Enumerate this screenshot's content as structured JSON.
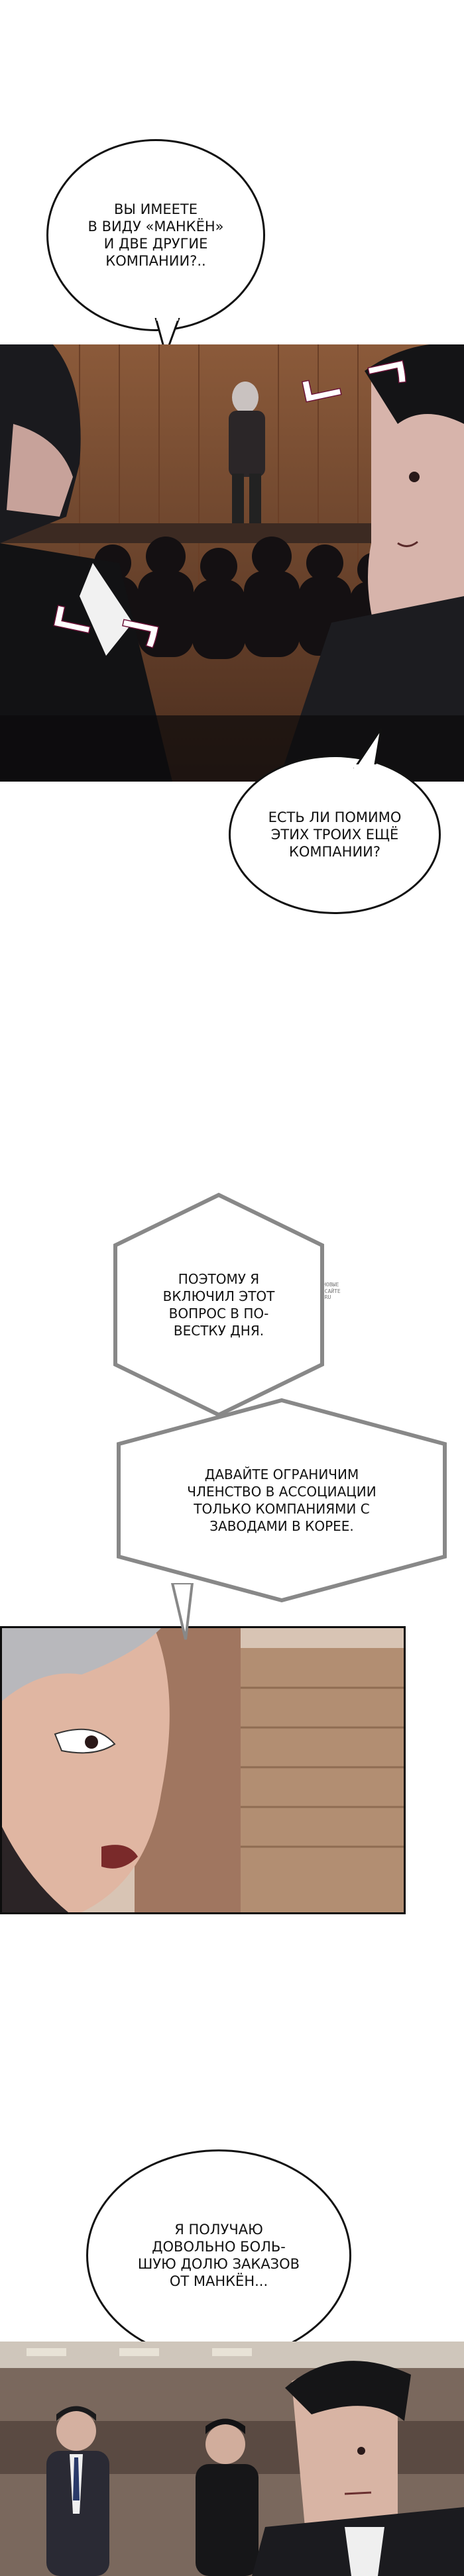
{
  "bubbles": {
    "b1": "Вы имеете\nв виду «Манкён»\nи две другие\nкомпании?..",
    "b2": "Есть ли помимо\nэтих троих ещё\nкомпании?",
    "b3": "Я получаю\nдовольно боль-\nшую долю заказов\nот Манкён...",
    "hex1": "Поэтому я\nвключил этот\nвопрос в по-\nвестку дня.",
    "hex2": "Давайте ограничим\nчленство в ассоциации\nтолько компаниями с\nзаводами в Корее."
  },
  "watermark": "ЧИТАЙТЕ НОВЫЕ\nГЛАВЫ НА САЙТЕ\nMANGA.RU",
  "sfx": {
    "s1": "ᄂ ᄀ",
    "s2": "ᄂ ᄀ"
  },
  "colors": {
    "bubble_border": "#111111",
    "sfx_outline": "#6b1238",
    "panel_dark": "#1b1416",
    "stage_wood": "#7a4a2c"
  }
}
